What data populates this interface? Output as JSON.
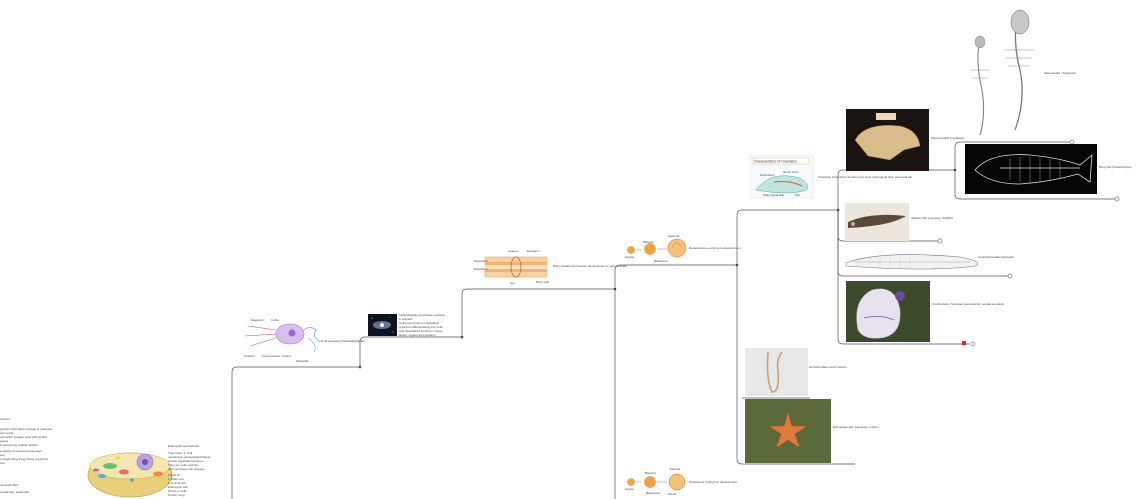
{
  "left_notes": {
    "lines": [
      "function",
      "genetic information storage & molecule",
      "cell needs",
      "cell within lineage: cells with similar",
      "genes",
      "& performing cellular activity",
      "a variety of environmental ways",
      "cell",
      "a single living thing (living organism)",
      "unit",
      "nucleoid DNA",
      "prokaryote, eukaryote"
    ]
  },
  "cell_node": {
    "title": "Eukaryotic cell features",
    "lines": [
      "They have: 1. Cell",
      "  membrane: phospholipid bilayer",
      "  protein organelle functions",
      "  They are cells, and the",
      "  cell membrane can change",
      "Types of:",
      "  1. Plant cell",
      "  2. Animal cell",
      "  Eukaryotic cell",
      "Grows in cells",
      "Protist, fungi"
    ]
  },
  "choanoflagellate": {
    "caption": "Animal ancestor (choanoflagellate)",
    "labels": [
      "Flagellum",
      "Collar",
      "Nucleus",
      "Food vacuole",
      "Colony",
      "Filopodia"
    ]
  },
  "galaxy": {
    "lines": [
      "Multicellularity and tissue evolution",
      "in animals",
      "Cells joined into a multicellular",
      "organism differentiating into cells",
      "with specialized functions: tissue",
      "layers, organs and systems"
    ]
  },
  "coelom": {
    "caption": "Body cavities and coelom development in early animals",
    "labels": [
      "Mesoderm",
      "Coelom",
      "Ectoderm",
      "Endoderm",
      "Gut",
      "Body wall"
    ]
  },
  "embryo_top": {
    "caption": "Deuterostome embryonic development",
    "labels": [
      "Zygote",
      "Blastula",
      "Gastrula",
      "Blastopore"
    ]
  },
  "embryo_bottom": {
    "caption": "Protostome embryonic development",
    "labels": [
      "Zygote",
      "Blastula",
      "Gastrula",
      "Blastopore",
      "Mouth"
    ]
  },
  "chordate": {
    "title": "Characteristics of Chordates",
    "caption": "Chordata: Notochord, dorsal nerve cord, pharyngeal slits, post-anal tail",
    "labels": [
      "Notochord",
      "Nerve cord",
      "Pharyngeal slits",
      "Tail"
    ]
  },
  "children": [
    {
      "id": "skull",
      "caption": "Mammal skull (synapsid)"
    },
    {
      "id": "skeletons",
      "caption": "Salamander / Tetrapods"
    },
    {
      "id": "fish",
      "caption": "Bony fish (Osteichthyes)"
    },
    {
      "id": "lamprey",
      "caption": "Jawless fish (Lamprey, Hagfish)"
    },
    {
      "id": "amphioxus",
      "caption": "Cephalochordata (lancelet)"
    },
    {
      "id": "tunicate",
      "caption": "Urochordata: Tunicates (sea squirts), sessile as adults"
    }
  ],
  "acorn_worm": {
    "caption": "Hemichordata: Acorn worms"
  },
  "sea_star": {
    "caption": "Echinodermata: Sea stars, urchins"
  },
  "colors": {
    "edge": "#555555",
    "highlight": "#e0202a",
    "cell_yellow": "#e9cf7a",
    "choano_purple": "#c9a7e6",
    "coelom_orange": "#f3b36b",
    "embryo_orange": "#f2a23a"
  }
}
